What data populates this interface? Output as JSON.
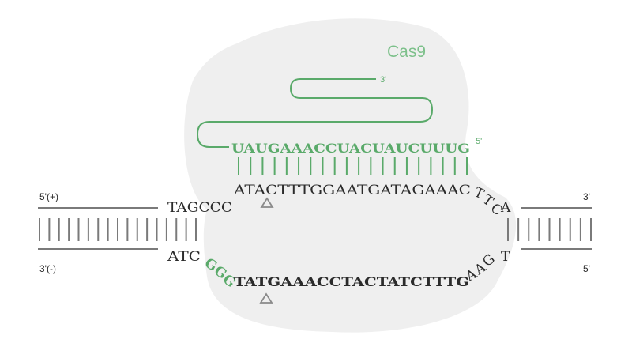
{
  "protein": {
    "label": "Cas9"
  },
  "guide_rna": {
    "sequence": "UAUGAAACCUACUAUCUUUG",
    "five_prime": "5'",
    "three_prime": "3'"
  },
  "top_strand": {
    "left_label": "5'(+)",
    "right_label": "3'",
    "left_seq": "TAGCCC",
    "target_seq": "ATACTTTGGAATGATAGAAAC",
    "right_curve": "TTC",
    "right_end": "A"
  },
  "bottom_strand": {
    "left_label": "3'(-)",
    "right_label": "5'",
    "left_seq": "ATC",
    "pam": "GGG",
    "target_seq": "TATGAAACCTACTATCTTTG",
    "right_curve": "AAG",
    "right_end": "T"
  },
  "colors": {
    "green": "#5aaa6a",
    "dark": "#2b2b2b",
    "blob": "#efefef",
    "line": "#7a7a7a",
    "triangle": "#8a8a8a"
  }
}
